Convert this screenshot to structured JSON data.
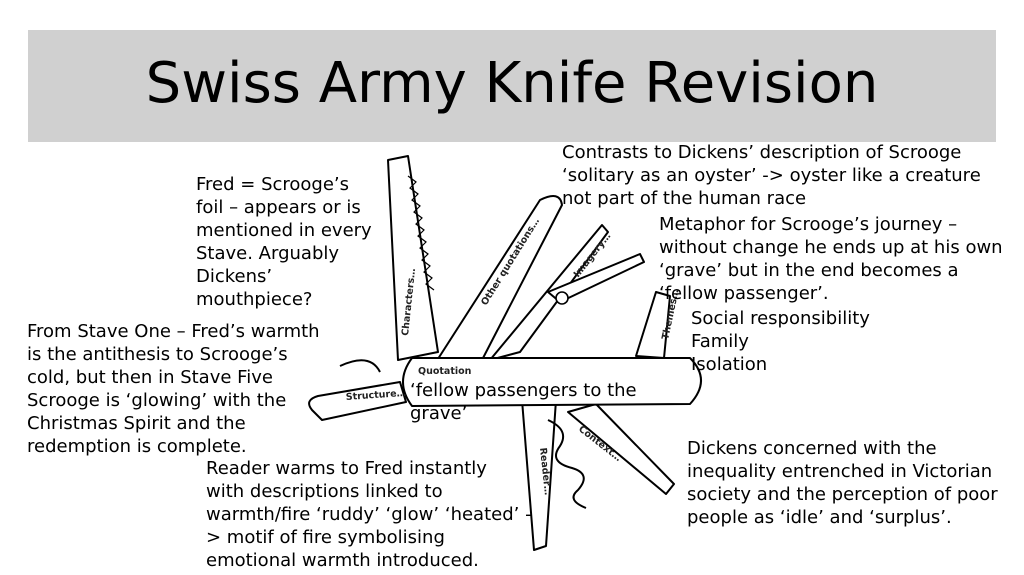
{
  "title": "Swiss Army Knife Revision",
  "knife_labels": {
    "characters": "Characters…",
    "other_quotations": "Other quotations…",
    "imagery": "Imagery…",
    "themes": "Themes…",
    "structure": "Structure…",
    "quotation": "Quotation",
    "context": "Context…",
    "reader": "Reader…"
  },
  "notes": {
    "fred_foil": [
      "Fred = Scrooge’s",
      "foil – appears or is",
      "mentioned in every",
      "Stave. Arguably",
      "Dickens’",
      "mouthpiece?"
    ],
    "stave_one": [
      "From Stave One – Fred’s warmth",
      "is the antithesis to Scrooge’s",
      "cold, but then in Stave Five",
      "Scrooge is ‘glowing’ with the",
      "Christmas Spirit and the",
      "redemption is complete."
    ],
    "reader_warms": [
      "Reader warms to Fred instantly",
      "with descriptions linked to",
      "warmth/fire ‘ruddy’ ‘glow’ ‘heated’ -",
      "> motif of fire symbolising",
      "emotional warmth introduced."
    ],
    "contrasts": [
      "Contrasts to Dickens’ description of Scrooge",
      "‘solitary as an oyster’ -> oyster like a creature",
      "not part of the human race"
    ],
    "metaphor": [
      "Metaphor for Scrooge’s journey –",
      "without change he ends up at his own",
      "‘grave’ but in the end becomes a",
      "‘fellow passenger’."
    ],
    "themes_list": [
      "Social responsibility",
      "Family",
      "Isolation"
    ],
    "quotation_text": [
      "‘fellow passengers to the",
      "grave’"
    ],
    "dickens_concerned": [
      "Dickens concerned with the",
      "inequality entrenched in Victorian",
      "society and the perception of poor",
      "people as ‘idle’ and ‘surplus’."
    ]
  }
}
